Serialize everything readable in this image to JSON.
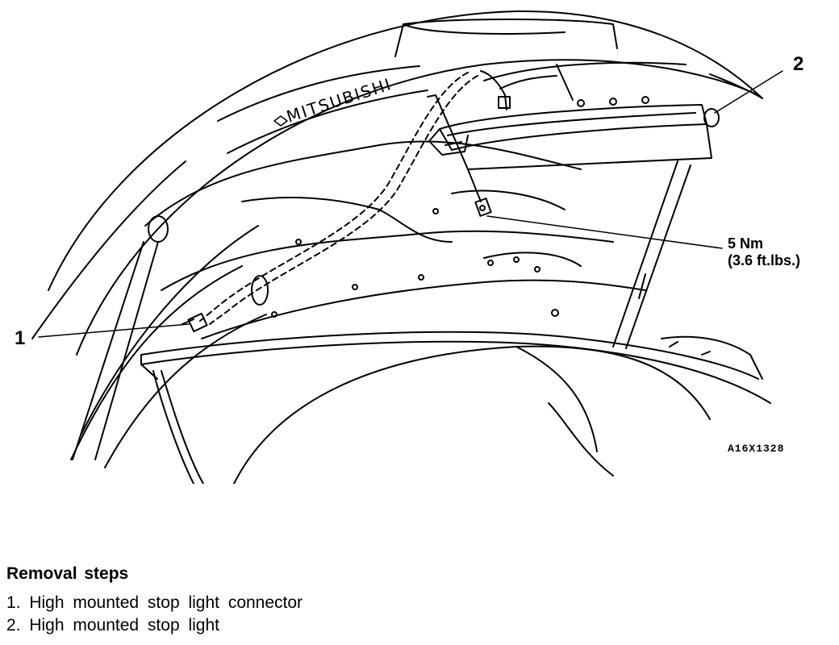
{
  "diagram": {
    "brand_text": "MITSUBISHI",
    "callouts": [
      {
        "number": "1"
      },
      {
        "number": "2"
      }
    ],
    "torque_nm": "5 Nm",
    "torque_ftlbs": "(3.6 ft.lbs.)",
    "figure_code": "A16X1328"
  },
  "removal": {
    "title": "Removal steps",
    "steps": [
      "1. High mounted stop light connector",
      "2. High mounted stop light"
    ]
  }
}
